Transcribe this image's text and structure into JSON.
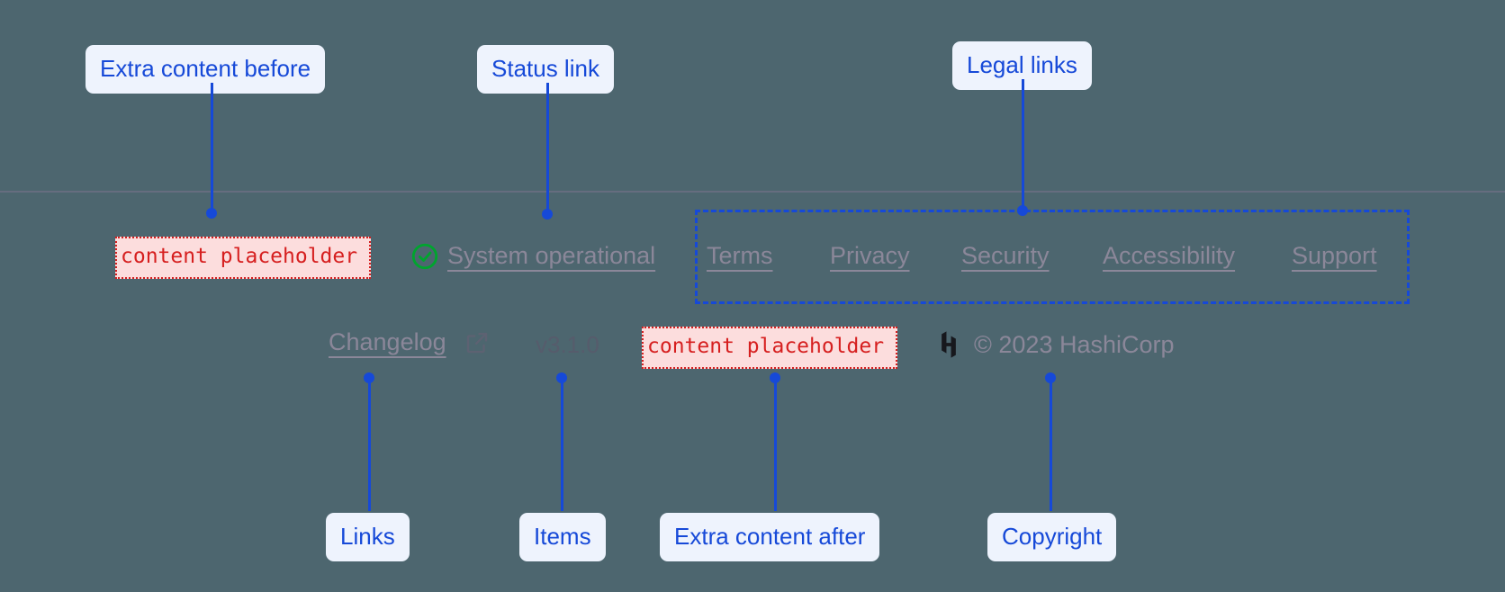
{
  "page": {
    "background_color": "#4d666f",
    "divider_color": "#6b6f82"
  },
  "annotations": {
    "accent_color": "#1649d8",
    "pill_background": "#eef3fd",
    "labels": [
      {
        "id": "extra-content-before",
        "text": "Extra content before"
      },
      {
        "id": "status-link",
        "text": "Status link"
      },
      {
        "id": "legal-links",
        "text": "Legal links"
      },
      {
        "id": "links",
        "text": "Links"
      },
      {
        "id": "items",
        "text": "Items"
      },
      {
        "id": "extra-content-after",
        "text": "Extra content after"
      },
      {
        "id": "copyright",
        "text": "Copyright"
      }
    ]
  },
  "placeholders": {
    "highlight_color": "#d61f1f",
    "highlight_background": "#fcdddd",
    "before": "content placeholder",
    "after": "content placeholder"
  },
  "footer": {
    "status": {
      "icon": "check-circle-icon",
      "icon_color": "#00a52e",
      "label": "System operational"
    },
    "legal_links": [
      {
        "label": "Terms"
      },
      {
        "label": "Privacy"
      },
      {
        "label": "Security"
      },
      {
        "label": "Accessibility"
      },
      {
        "label": "Support"
      }
    ],
    "changelog": {
      "label": "Changelog",
      "icon": "external-link-icon"
    },
    "version": "v3.1.0",
    "brand": {
      "logo": "hashicorp-logo",
      "logo_color": "#17181d",
      "copyright": "© 2023 HashiCorp"
    }
  }
}
